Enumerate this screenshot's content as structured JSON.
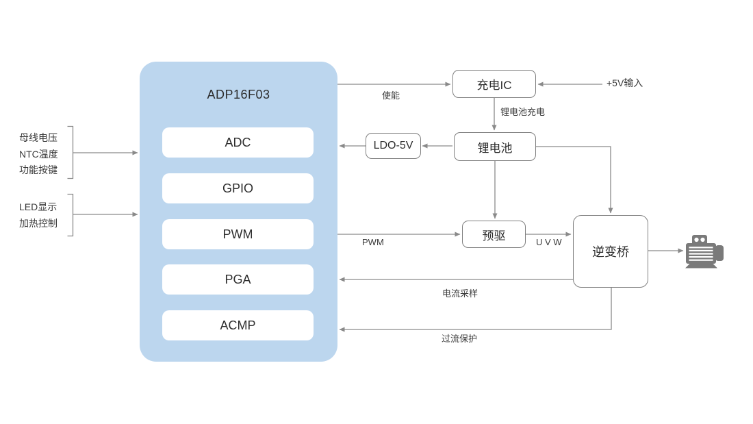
{
  "mcu": {
    "title": "ADP16F03",
    "modules": [
      "ADC",
      "GPIO",
      "PWM",
      "PGA",
      "ACMP"
    ]
  },
  "blocks": {
    "charger": "充电IC",
    "battery": "锂电池",
    "ldo": "LDO-5V",
    "predriver": "预驱",
    "inverter": "逆变桥"
  },
  "left_inputs": {
    "group1": [
      "母线电压",
      "NTC温度",
      "功能按键"
    ],
    "group2": [
      "LED显示",
      "加热控制"
    ]
  },
  "edge_labels": {
    "enable": "使能",
    "five_v_input": "+5V输入",
    "battery_charge": "锂电池充电",
    "pwm": "PWM",
    "uvw": "U V W",
    "current_sense": "电流采样",
    "overcurrent": "过流保护"
  },
  "icons": {
    "motor": "motor-icon"
  },
  "colors": {
    "mcu_fill": "#bcd6ee",
    "module_fill": "#ffffff",
    "block_border": "#7f7f7f",
    "wire": "#8a8a8a",
    "text": "#333333",
    "motor_icon": "#7a7a7a"
  }
}
